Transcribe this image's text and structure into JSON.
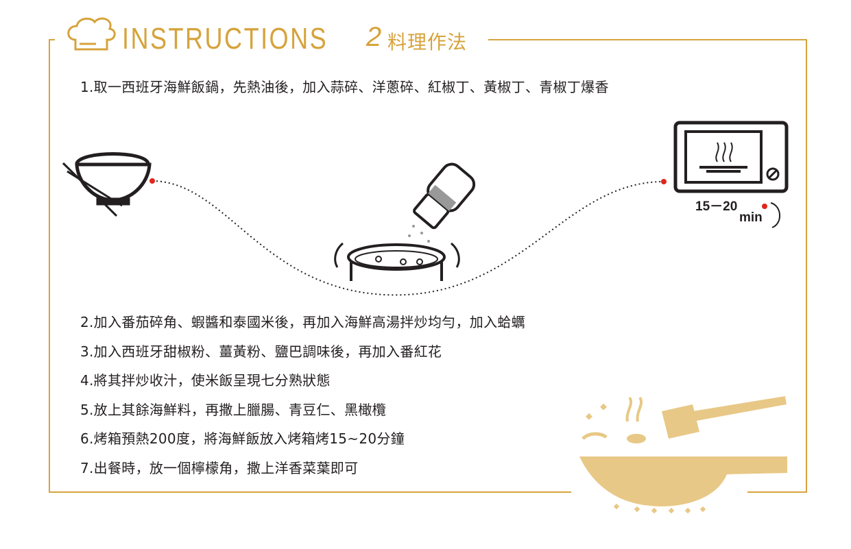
{
  "header": {
    "title": "INSTRUCTIONS",
    "number": "2",
    "subtitle": "料理作法"
  },
  "steps": [
    "1.取一西班牙海鮮飯鍋，先熱油後，加入蒜碎、洋蔥碎、紅椒丁、黃椒丁、青椒丁爆香",
    "2.加入番茄碎角、蝦醬和泰國米後，再加入海鮮高湯拌炒均勻，加入蛤蠣",
    "3.加入西班牙甜椒粉、薑黃粉、鹽巴調味後，再加入番紅花",
    "4.將其拌炒收汁，使米飯呈現七分熟狀態",
    "5.放上其餘海鮮料，再撒上臘腸、青豆仁、黑橄欖",
    "6.烤箱預熱200度，將海鮮飯放入烤箱烤15~20分鐘",
    "7.出餐時，放一個檸檬角，撒上洋香菜葉即可"
  ],
  "oven_timer": {
    "range": "15－20",
    "unit": "min"
  },
  "colors": {
    "accent": "#d6a33c",
    "pan": "#e8c886",
    "text": "#231f20",
    "dot": "#e0261b"
  }
}
